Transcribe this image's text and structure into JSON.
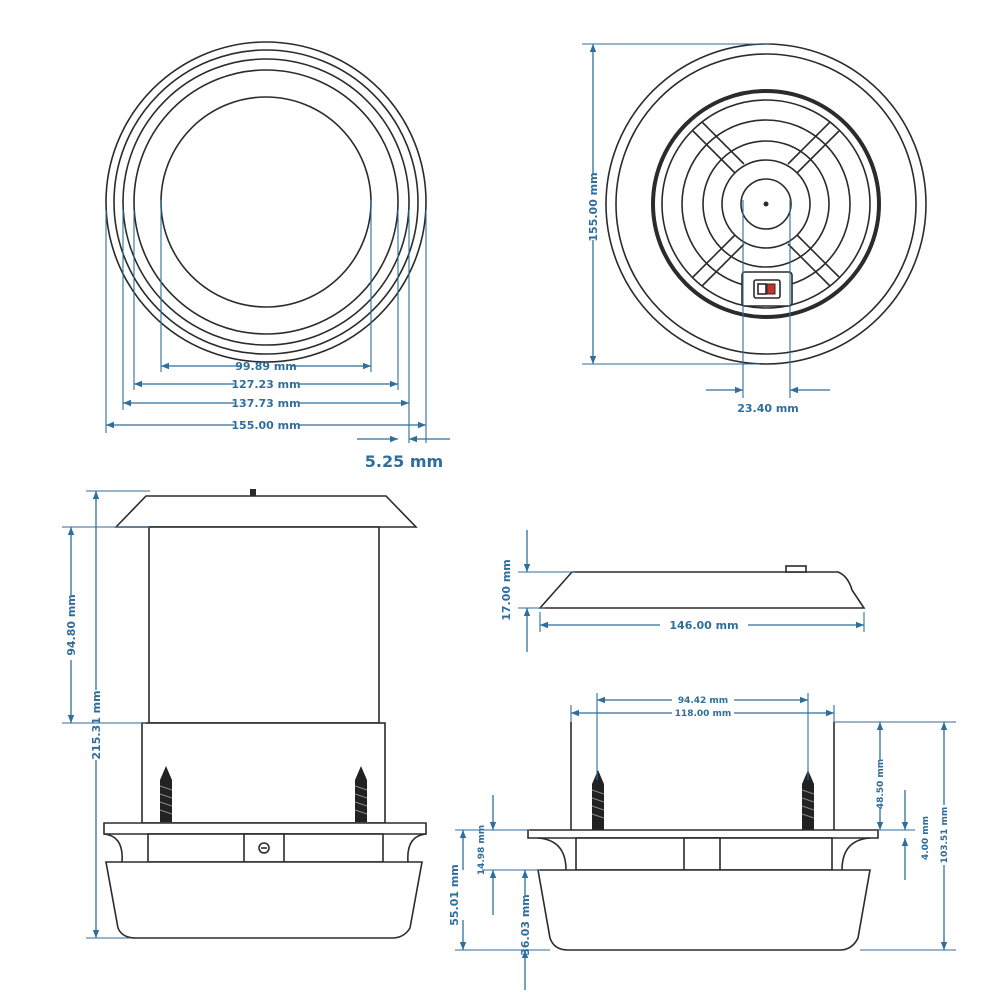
{
  "views": {
    "front_left": {
      "dims": [
        "99.89 mm",
        "127.23 mm",
        "137.73 mm",
        "155.00 mm",
        "5.25 mm"
      ]
    },
    "back_right": {
      "dims": [
        "155.00 mm",
        "23.40 mm"
      ]
    },
    "side_left": {
      "dims": [
        "94.80 mm",
        "215.31 mm"
      ]
    },
    "side_top_right": {
      "dims": [
        "17.00 mm",
        "146.00 mm"
      ]
    },
    "side_bottom_right": {
      "dims": [
        "94.42 mm",
        "118.00 mm",
        "48.50 mm",
        "4.00 mm",
        "103.51 mm",
        "14.98 mm",
        "55.01 mm",
        "36.03 mm"
      ]
    }
  },
  "colors": {
    "dimension": "#2f6e9c",
    "outline": "#2b2b2b"
  }
}
